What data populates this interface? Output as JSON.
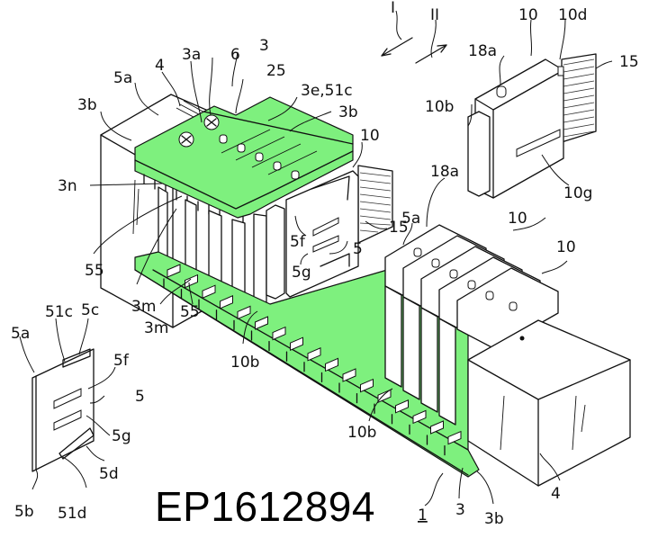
{
  "document": {
    "publication_number": "EP1612894",
    "highlight_color": "#7ef07e",
    "line_color": "#111111"
  },
  "arrows": {
    "direction_1": "I",
    "direction_2": "II"
  },
  "labels": {
    "l_4_top": "4",
    "l_5a_top": "5a",
    "l_3a": "3a",
    "l_6": "6",
    "l_3_top": "3",
    "l_25": "25",
    "l_3e_51c": "3e,51c",
    "l_3b_right": "3b",
    "l_3b_left": "3b",
    "l_3n": "3n",
    "l_10_mid": "10",
    "l_15_mid": "15",
    "l_5f_mid": "5f",
    "l_5_mid": "5",
    "l_5g_mid": "5g",
    "l_55_left": "55",
    "l_3m_a": "3m",
    "l_3m_b": "3m",
    "l_55_mid": "55",
    "l_10b_mid": "10b",
    "l_18a_right": "18a",
    "l_5a_right": "5a",
    "l_10_right_a": "10",
    "l_10_right_b": "10",
    "l_10b_low": "10b",
    "l_1": "1",
    "l_3_bottom": "3",
    "l_3b_bottom": "3b",
    "l_4_bottom": "4",
    "inset_10": "10",
    "inset_10d": "10d",
    "inset_18a": "18a",
    "inset_15": "15",
    "inset_10b": "10b",
    "inset_10g": "10g",
    "clip_5a": "5a",
    "clip_51c": "51c",
    "clip_5c": "5c",
    "clip_5f": "5f",
    "clip_5": "5",
    "clip_5g": "5g",
    "clip_5d": "5d",
    "clip_5b": "5b",
    "clip_51d": "51d"
  }
}
